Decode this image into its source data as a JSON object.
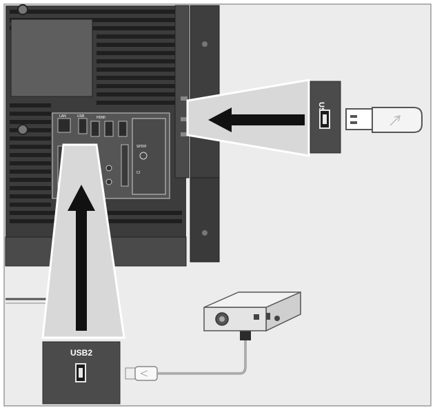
{
  "diagram": {
    "callout_side_label": "USB1",
    "callout_bottom_label": "USB2",
    "panel_label_lan": "LAN",
    "panel_label_hdmi": "HDMI",
    "panel_label_usb": "USB",
    "panel_label_spdif": "SPDIF",
    "panel_label_ci": "CI"
  }
}
